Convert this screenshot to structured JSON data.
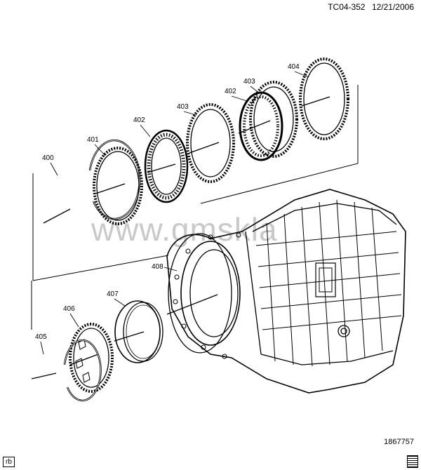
{
  "header": {
    "code": "TC04-352",
    "date": "12/21/2006"
  },
  "figure_number": "1867757",
  "footer_tag": "rb",
  "watermark": "www.gmskla",
  "parts": {
    "p400": "400",
    "p401": "401",
    "p402a": "402",
    "p403a": "403",
    "p402b": "402",
    "p403b": "403",
    "p404": "404",
    "p405": "405",
    "p406": "406",
    "p407": "407",
    "p408": "408"
  }
}
